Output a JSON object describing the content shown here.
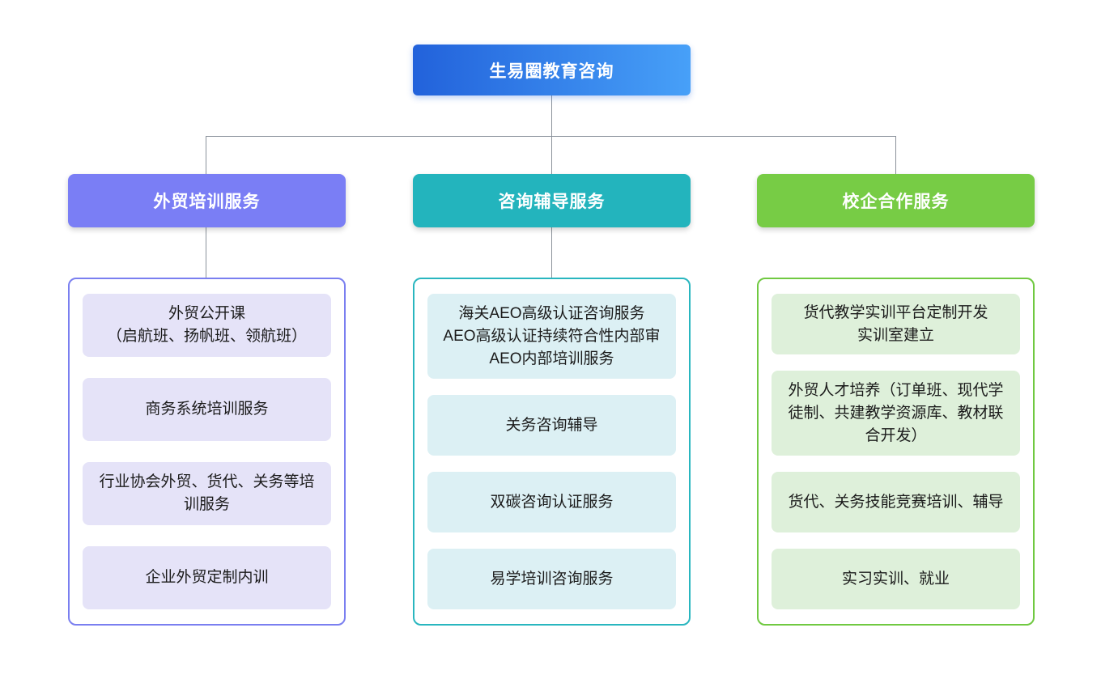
{
  "diagram": {
    "root": {
      "label": "生易圈教育咨询"
    },
    "branches": [
      {
        "label": "外贸培训服务",
        "items": [
          {
            "text": "外贸公开课\n（启航班、扬帆班、领航班）"
          },
          {
            "text": "商务系统培训服务"
          },
          {
            "text": "行业协会外贸、货代、关务等培训服务"
          },
          {
            "text": "企业外贸定制内训"
          }
        ]
      },
      {
        "label": "咨询辅导服务",
        "items": [
          {
            "text": "海关AEO高级认证咨询服务\nAEO高级认证持续符合性内部审\nAEO内部培训服务"
          },
          {
            "text": "关务咨询辅导"
          },
          {
            "text": "双碳咨询认证服务"
          },
          {
            "text": "易学培训咨询服务"
          }
        ]
      },
      {
        "label": "校企合作服务",
        "items": [
          {
            "text": "货代教学实训平台定制开发\n实训室建立"
          },
          {
            "text": "外贸人才培养（订单班、现代学徒制、共建教学资源库、教材联合开发）"
          },
          {
            "text": "货代、关务技能竞赛培训、辅导"
          },
          {
            "text": "实习实训、就业"
          }
        ]
      }
    ],
    "colors": {
      "root_gradient_start": "#2262db",
      "root_gradient_end": "#47a0f8",
      "branch_purple": "#7a7ef5",
      "branch_teal": "#23b4bd",
      "branch_green": "#77cc45",
      "item_bg_purple": "#e5e3f8",
      "item_bg_teal": "#dcf0f4",
      "item_bg_green": "#def0da",
      "container_border_purple": "#7a7ff0",
      "container_border_teal": "#29b6bf",
      "container_border_green": "#70c941",
      "connector": "#8b929b"
    }
  }
}
